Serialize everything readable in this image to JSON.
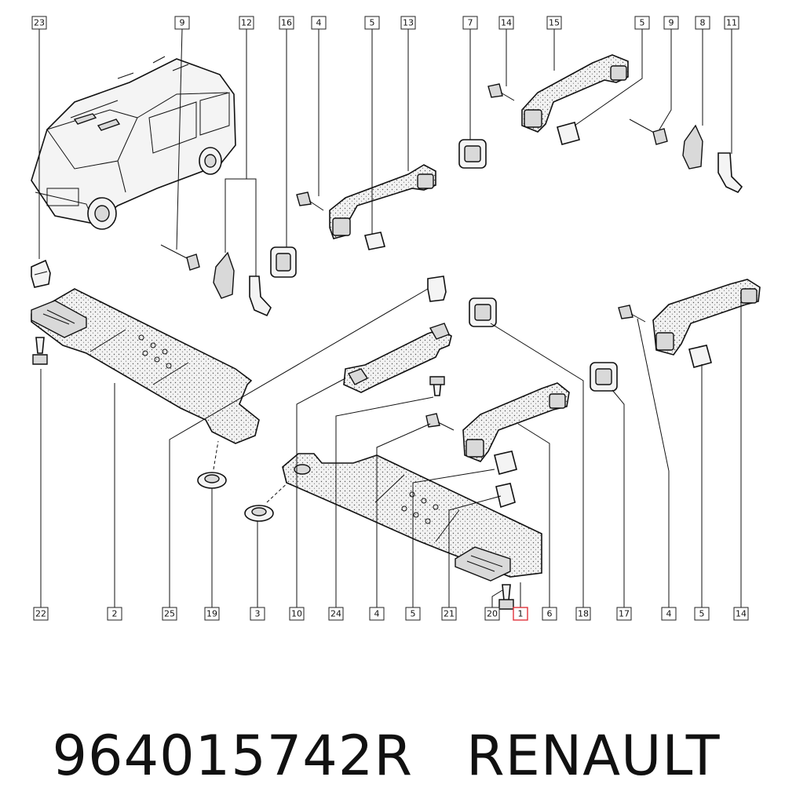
{
  "callouts_top": [
    "23",
    "9",
    "12",
    "16",
    "4",
    "5",
    "13",
    "7",
    "14",
    "15",
    "5",
    "9",
    "8",
    "11"
  ],
  "callouts_bottom": [
    "22",
    "2",
    "25",
    "19",
    "3",
    "10",
    "24",
    "4",
    "5",
    "21",
    "20",
    "1",
    "6",
    "18",
    "17",
    "4",
    "5",
    "14"
  ],
  "highlighted_callout": "1",
  "caption": {
    "part_number": "964015742R",
    "brand": "RENAULT"
  },
  "colors": {
    "highlight": "#e0343c",
    "line": "#111111"
  }
}
